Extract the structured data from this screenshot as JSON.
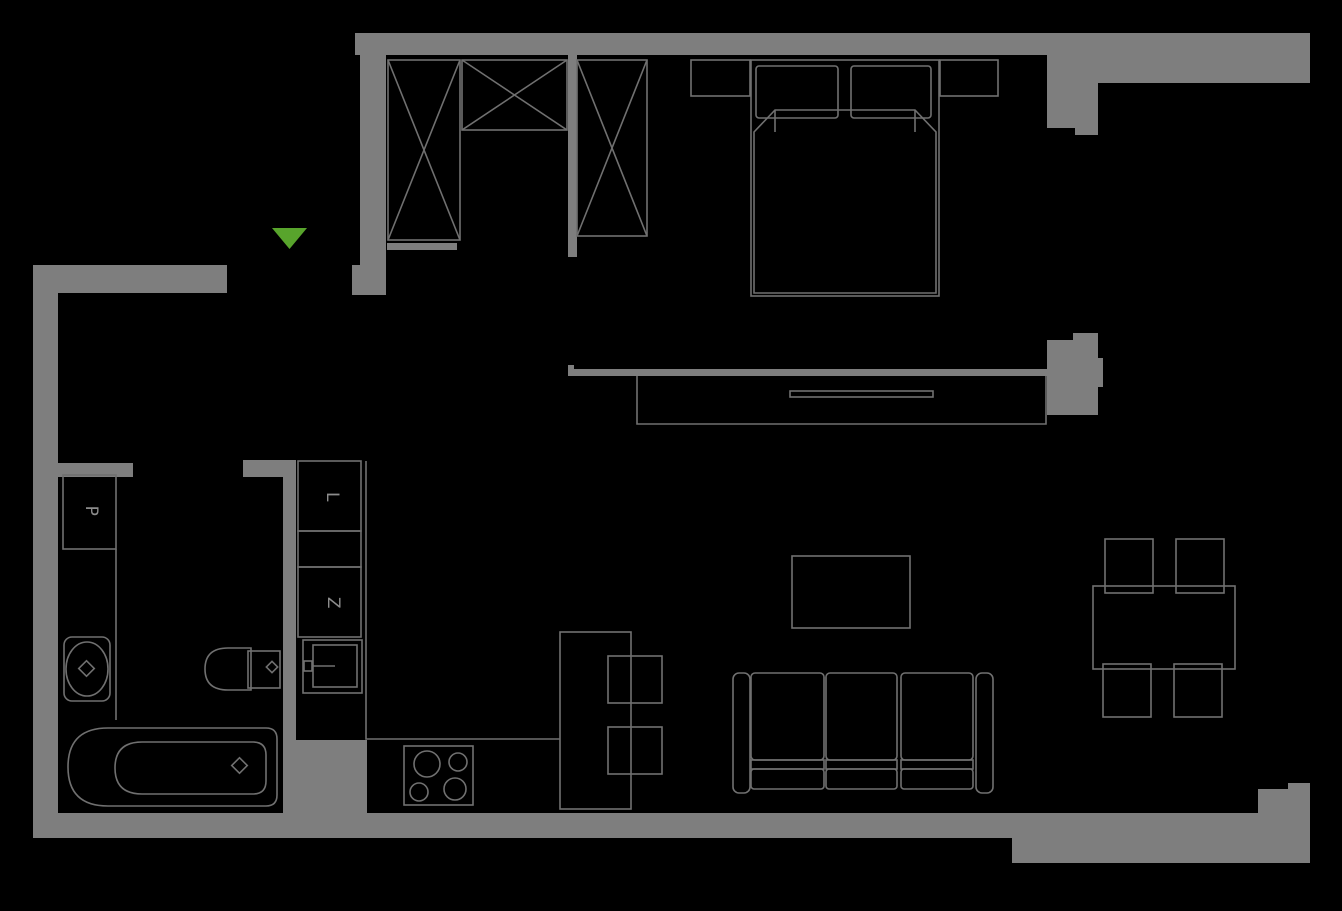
{
  "colors": {
    "background": "#000000",
    "wall": "#7e7e7e",
    "outline": "#707070",
    "label": "#8c8c8c",
    "entrance": "#58a42c"
  },
  "labels": {
    "washing_machine": "P",
    "fridge": "L",
    "dishwasher": "Z"
  },
  "markers": {
    "entrance_icon": "triangle-down"
  }
}
